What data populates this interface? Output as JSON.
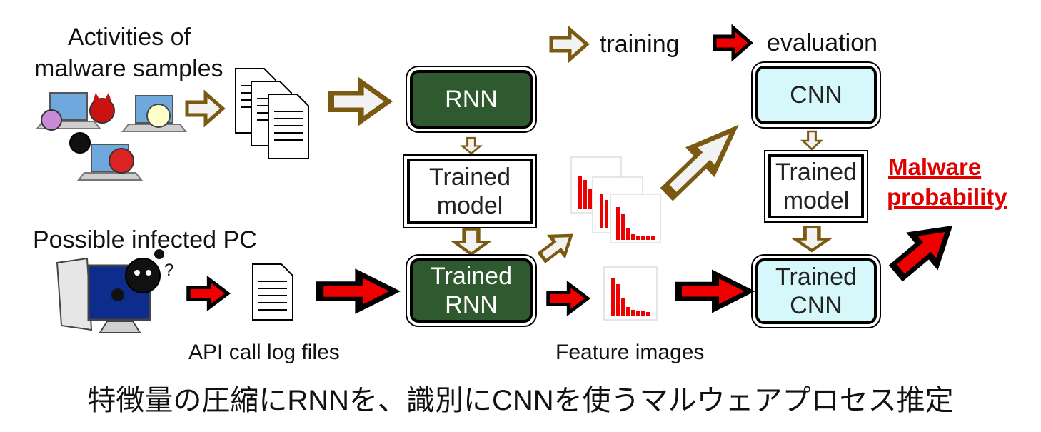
{
  "labels": {
    "activities_line1": "Activities of",
    "activities_line2": "malware samples",
    "possible_infected": "Possible infected PC",
    "api_call_logs": "API call log files",
    "feature_images": "Feature images",
    "legend_training": "training",
    "legend_evaluation": "evaluation"
  },
  "boxes": {
    "rnn": "RNN",
    "rnn_model_line1": "Trained",
    "rnn_model_line2": "model",
    "trained_rnn_line1": "Trained",
    "trained_rnn_line2": "RNN",
    "cnn": "CNN",
    "cnn_model_line1": "Trained",
    "cnn_model_line2": "model",
    "trained_cnn_line1": "Trained",
    "trained_cnn_line2": "CNN"
  },
  "output": {
    "line1": "Malware",
    "line2": "probability"
  },
  "caption": "特徴量の圧縮にRNNを、識別にCNNを使うマルウェアプロセス推定",
  "colors": {
    "training_arrow_fill": "#f2f2f2",
    "training_arrow_stroke": "#7a5a10",
    "evaluation_arrow_fill": "#ee0000",
    "evaluation_arrow_stroke": "#000000",
    "rnn_fill": "#2f5a2f",
    "cnn_fill": "#d6f8fa",
    "output_text": "#e00000"
  }
}
